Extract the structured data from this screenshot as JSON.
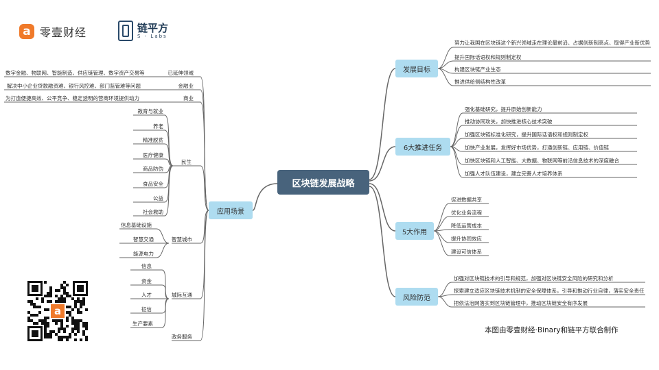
{
  "logos": {
    "lingyi": "零壹财经",
    "lianpingfang_cn": "链平方",
    "lianpingfang_en": "S - Labs"
  },
  "central": "区块链发展战略",
  "branches": {
    "goal": "发展目标",
    "tasks": "6大推进任务",
    "roles": "5大作用",
    "risk": "风险防范",
    "scenes": "应用场景"
  },
  "goal_items": [
    "努力让我国在区块链这个新兴领域走在理论最前沿、占据创新制高点、取得产业新优势",
    "提升国际话语权和规则制定权",
    "构建区块链产业生态",
    "推进供给侧结构性改革"
  ],
  "task_items": [
    "强化基础研究，提升原始创新能力",
    "推动协同攻关，加快推进核心技术突破",
    "加强区块链标准化研究，提升国际话语权和规则制定权",
    "加快产业发展，发挥好市场优势，打通创新链、应用链、价值链",
    "加快区块链和人工智能、大数据、物联网等前沿信息技术的深度融合",
    "加强人才队伍建设，建立完善人才培养体系"
  ],
  "role_items": [
    "促进数据共享",
    "优化业务流程",
    "降低运营成本",
    "提升协同效应",
    "建设可信体系"
  ],
  "risk_items": [
    "加强对区块链技术的引导和规范，加强对区块链安全风险的研究和分析",
    "探索建立适应区块链技术机制的安全保障体系，引导和推动行业自律，落实安全责任",
    "把依法治网落实到区块链管理中，推动区块链安全有序发展"
  ],
  "scene_groups": {
    "extended": "已延伸领域",
    "finance": "金融业",
    "commerce": "商业",
    "livelihood": "民生",
    "smartcity": "智慧城市",
    "interop": "城际互通",
    "gov": "政务服务"
  },
  "scene_leaves": {
    "extended": "数字金融、物联网、智能制造、供应链管理、数字资产交易等",
    "finance": "解决中小企业贷款融资难、银行风控难、部门监管难等问题",
    "commerce": "为打造便捷高效、公平竞争、稳定透明的营商环境提供动力",
    "livelihood": [
      "教育与就业",
      "养老",
      "精准脱贫",
      "医疗健康",
      "商品防伪",
      "食品安全",
      "公益",
      "社会救助"
    ],
    "smartcity": [
      "信息基础设施",
      "智慧交通",
      "能源电力"
    ],
    "gov": [
      "信息",
      "资金",
      "人才",
      "征信",
      "生产要素"
    ]
  },
  "credit": "本图由零壹财经·Binary和链平方联合制作",
  "colors": {
    "node": "#aedcf0",
    "central": "#48637c",
    "line": "#666666",
    "accent": "#f07a2a"
  }
}
